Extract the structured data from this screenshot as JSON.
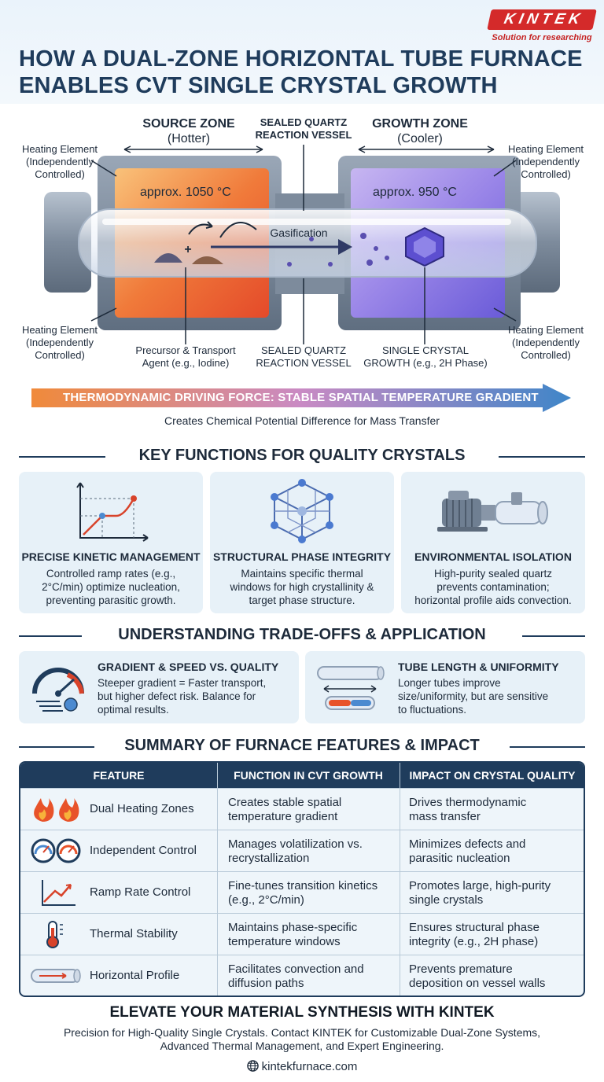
{
  "brand": {
    "logo_text": "KINTEK",
    "tagline": "Solution for researching"
  },
  "title": {
    "line1": "HOW A DUAL-ZONE HORIZONTAL TUBE FURNACE",
    "line2": "ENABLES CVT SINGLE CRYSTAL GROWTH"
  },
  "diagram": {
    "source_zone": {
      "title": "SOURCE ZONE",
      "sub": "(Hotter)",
      "temp": "approx. 1050 °C"
    },
    "growth_zone": {
      "title": "GROWTH ZONE",
      "sub": "(Cooler)",
      "temp": "approx. 950 °C"
    },
    "vessel_top": {
      "line1": "SEALED QUARTZ",
      "line2": "REACTION VESSEL"
    },
    "vessel_bottom": {
      "line1": "SEALED QUARTZ",
      "line2": "REACTION VESSEL"
    },
    "heating_element": {
      "line1": "Heating Element",
      "line2": "(Independently",
      "line3": "Controlled)"
    },
    "gasification": "Gasification",
    "precursor": {
      "line1": "Precursor & Transport",
      "line2": "Agent (e.g., Iodine)"
    },
    "crystal": {
      "line1": "SINGLE CRYSTAL",
      "line2": "GROWTH (e.g., 2H Phase)"
    },
    "plus": "+"
  },
  "gradient": {
    "label": "THERMODYNAMIC DRIVING FORCE: STABLE SPATIAL TEMPERATURE GRADIENT",
    "sub": "Creates Chemical Potential Difference for Mass Transfer"
  },
  "key_functions": {
    "heading": "KEY FUNCTIONS FOR QUALITY CRYSTALS",
    "cards": [
      {
        "title": "PRECISE KINETIC MANAGEMENT",
        "line1": "Controlled ramp rates (e.g.,",
        "line2": "2°C/min) optimize nucleation,",
        "line3": "preventing parasitic growth.",
        "icon": "ramp-chart-icon"
      },
      {
        "title": "STRUCTURAL PHASE INTEGRITY",
        "line1": "Maintains specific thermal",
        "line2": "windows for high crystallinity &",
        "line3": "target phase structure.",
        "icon": "crystal-lattice-icon"
      },
      {
        "title": "ENVIRONMENTAL ISOLATION",
        "line1": "High-purity sealed quartz",
        "line2": "prevents contamination;",
        "line3": "horizontal profile aids convection.",
        "icon": "pump-pipe-icon"
      }
    ]
  },
  "tradeoffs": {
    "heading": "UNDERSTANDING TRADE-OFFS & APPLICATION",
    "cards": [
      {
        "title": "GRADIENT & SPEED VS. QUALITY",
        "line1": "Steeper gradient = Faster transport,",
        "line2": "but higher defect risk. Balance for",
        "line3": "optimal results.",
        "icon": "speedometer-icon"
      },
      {
        "title": "TUBE LENGTH & UNIFORMITY",
        "line1": "Longer tubes improve",
        "line2": "size/uniformity, but are sensitive",
        "line3": "to fluctuations.",
        "icon": "tube-icon"
      }
    ]
  },
  "summary": {
    "heading": "SUMMARY OF FURNACE FEATURES & IMPACT",
    "headers": [
      "FEATURE",
      "FUNCTION IN CVT GROWTH",
      "IMPACT ON CRYSTAL QUALITY"
    ],
    "rows": [
      {
        "feature": "Dual Heating Zones",
        "function1": "Creates stable spatial",
        "function2": "temperature gradient",
        "impact1": "Drives thermodynamic",
        "impact2": "mass transfer",
        "icon": "flame-icon"
      },
      {
        "feature": "Independent Control",
        "function1": "Manages volatilization vs.",
        "function2": "recrystallization",
        "impact1": "Minimizes defects and",
        "impact2": "parasitic nucleation",
        "icon": "gauge-icon"
      },
      {
        "feature": "Ramp Rate Control",
        "function1": "Fine-tunes transition kinetics",
        "function2": "(e.g., 2°C/min)",
        "impact1": "Promotes large, high-purity",
        "impact2": "single crystals",
        "icon": "ramp-chart-icon"
      },
      {
        "feature": "Thermal Stability",
        "function1": "Maintains phase-specific",
        "function2": "temperature windows",
        "impact1": "Ensures structural phase",
        "impact2": "integrity (e.g., 2H phase)",
        "icon": "thermometer-icon"
      },
      {
        "feature": "Horizontal Profile",
        "function1": "Facilitates convection and",
        "function2": "diffusion paths",
        "impact1": "Prevents premature",
        "impact2": "deposition on vessel walls",
        "icon": "tube-icon"
      }
    ]
  },
  "footer": {
    "title": "ELEVATE YOUR MATERIAL SYNTHESIS WITH KINTEK",
    "line1": "Precision for High-Quality Single Crystals. Contact KINTEK for Customizable Dual-Zone Systems,",
    "line2": "Advanced Thermal Management, and Expert Engineering.",
    "url": "kintekfurnace.com"
  },
  "colors": {
    "navy": "#1f3c5c",
    "hot": "#e8532a",
    "cool": "#6a5bd8",
    "brand_red": "#d42a2a",
    "card_bg": "#e7f1f8"
  }
}
